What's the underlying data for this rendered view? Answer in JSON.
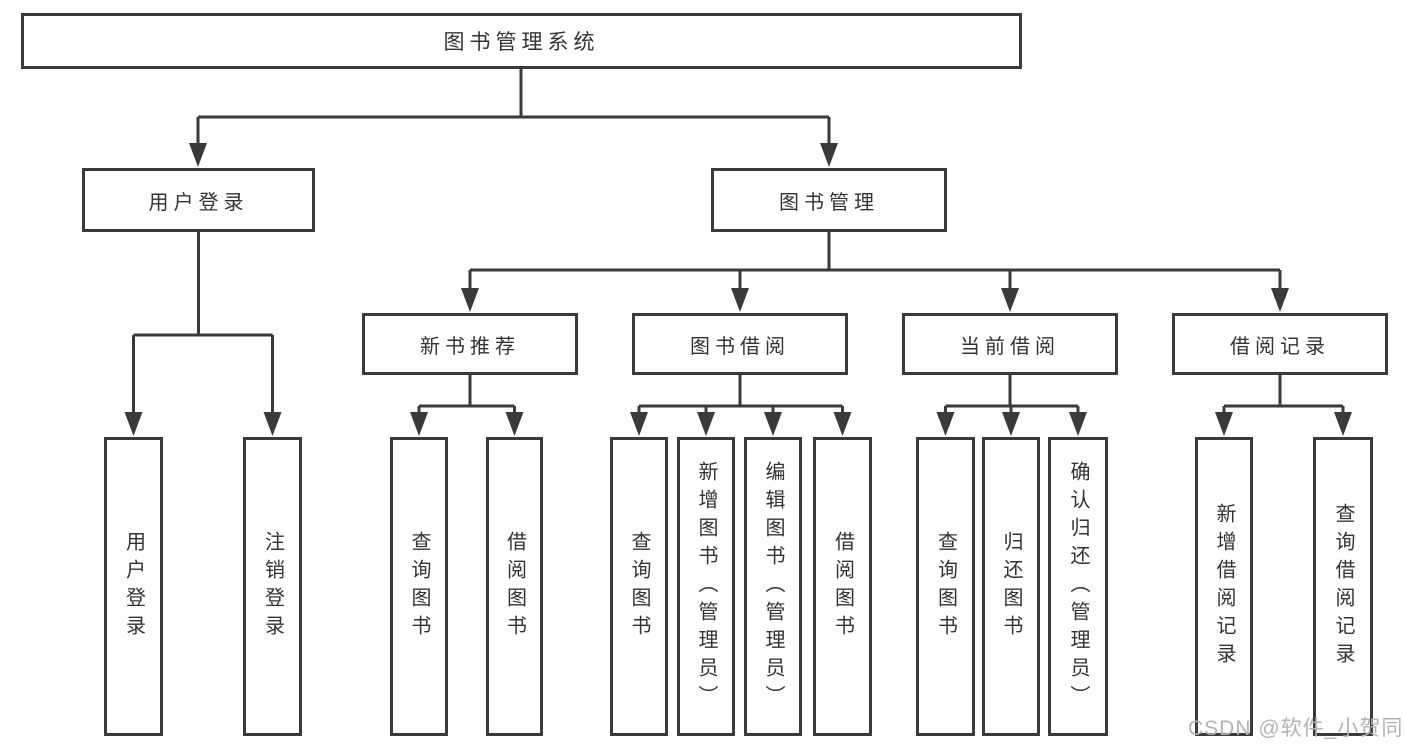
{
  "colors": {
    "line": "#3a3a3a",
    "text": "#333333",
    "watermark": "#b3b3b3",
    "background": "#ffffff"
  },
  "watermark": "CSDN @软件_小贺同学",
  "tree": {
    "label": "图书管理系统",
    "children": [
      {
        "label": "用户登录",
        "children": [
          {
            "label": "用户登录"
          },
          {
            "label": "注销登录"
          }
        ]
      },
      {
        "label": "图书管理",
        "children": [
          {
            "label": "新书推荐",
            "children": [
              {
                "label": "查询图书"
              },
              {
                "label": "借阅图书"
              }
            ]
          },
          {
            "label": "图书借阅",
            "children": [
              {
                "label": "查询图书"
              },
              {
                "label": "新增图书（管理员）"
              },
              {
                "label": "编辑图书（管理员）"
              },
              {
                "label": "借阅图书"
              }
            ]
          },
          {
            "label": "当前借阅",
            "children": [
              {
                "label": "查询图书"
              },
              {
                "label": "归还图书"
              },
              {
                "label": "确认归还（管理员）"
              }
            ]
          },
          {
            "label": "借阅记录",
            "children": [
              {
                "label": "新增借阅记录"
              },
              {
                "label": "查询借阅记录"
              }
            ]
          }
        ]
      }
    ]
  }
}
